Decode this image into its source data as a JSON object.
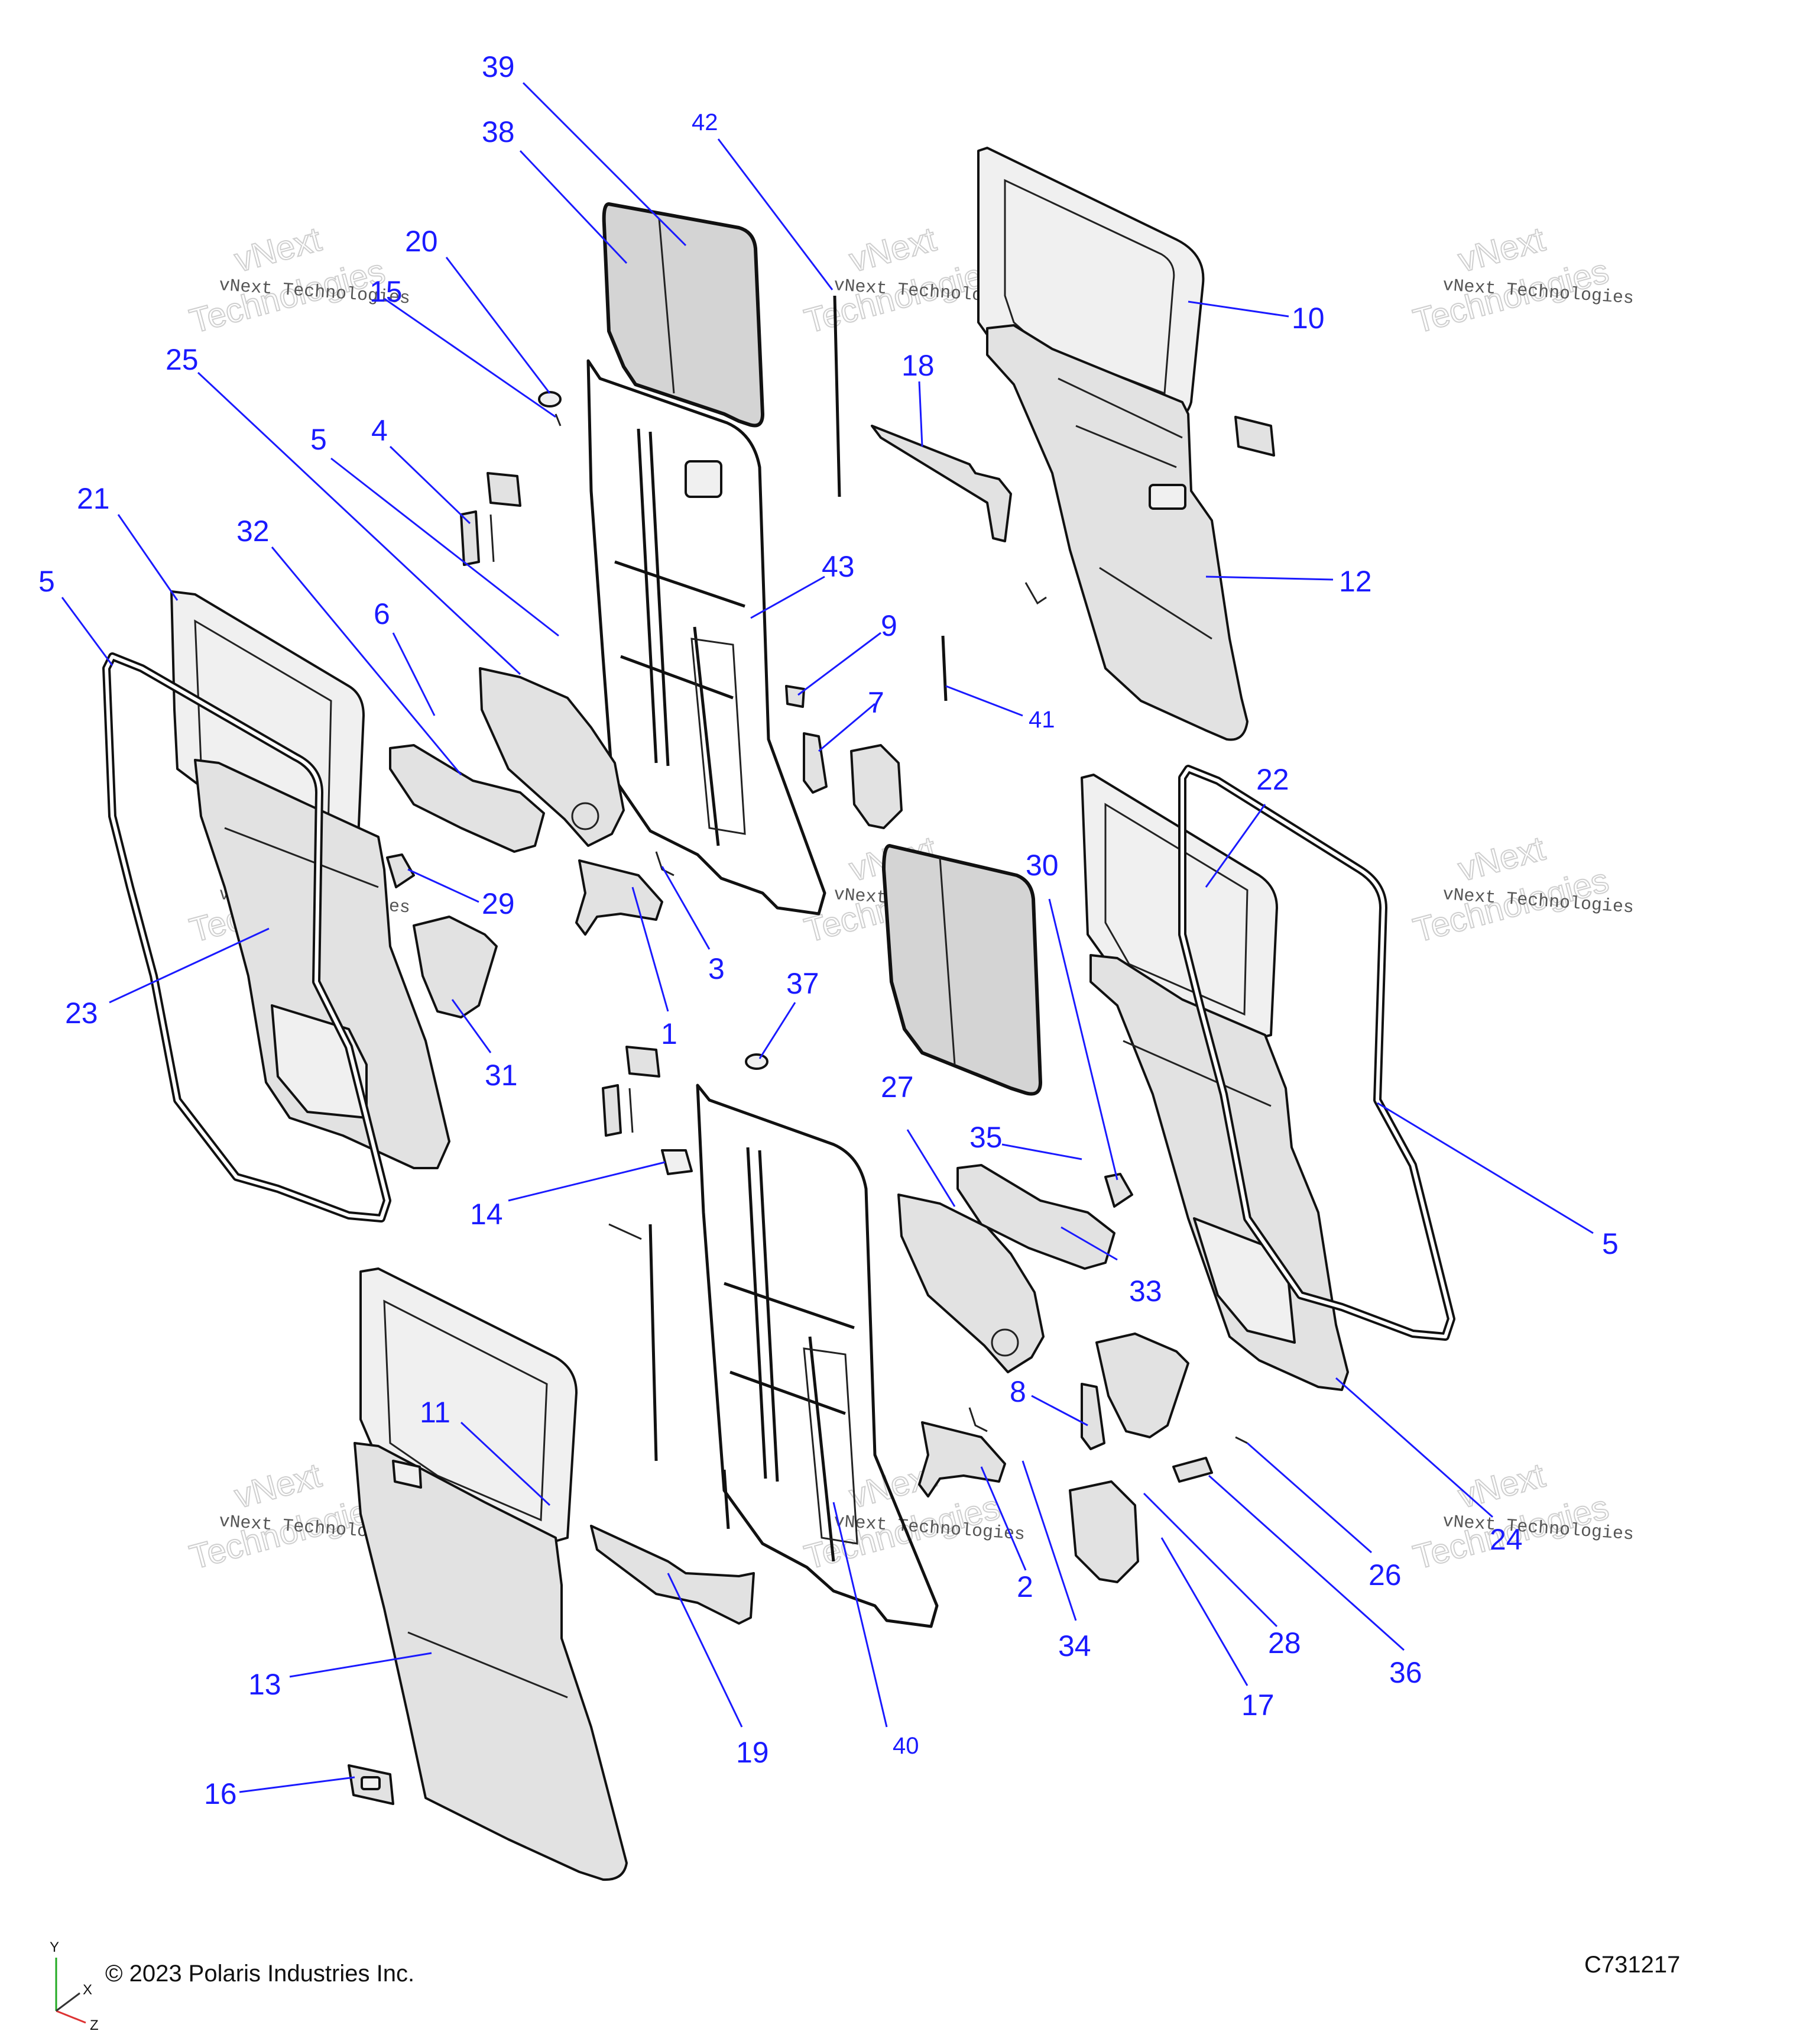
{
  "callouts": {
    "c1": "1",
    "c2": "2",
    "c3": "3",
    "c4": "4",
    "c5a": "5",
    "c5b": "5",
    "c5c": "5",
    "c6": "6",
    "c7": "7",
    "c8": "8",
    "c9": "9",
    "c10": "10",
    "c11": "11",
    "c12": "12",
    "c13": "13",
    "c14": "14",
    "c15": "15",
    "c16": "16",
    "c17": "17",
    "c18": "18",
    "c19": "19",
    "c20": "20",
    "c21": "21",
    "c22": "22",
    "c23": "23",
    "c24": "24",
    "c25": "25",
    "c26": "26",
    "c27": "27",
    "c28": "28",
    "c29": "29",
    "c30": "30",
    "c31": "31",
    "c32": "32",
    "c33": "33",
    "c34": "34",
    "c35": "35",
    "c36": "36",
    "c37": "37",
    "c38": "38",
    "c39": "39",
    "c40": "40",
    "c41": "41",
    "c42": "42",
    "c43": "43"
  },
  "watermark": {
    "line1": "vNext Technologies",
    "line2": "vNext",
    "line3": "Technologies"
  },
  "footer": {
    "copyright": "© 2023 Polaris Industries Inc.",
    "code": "C731217"
  },
  "axes": {
    "x": "X",
    "y": "Y",
    "z": "Z"
  }
}
